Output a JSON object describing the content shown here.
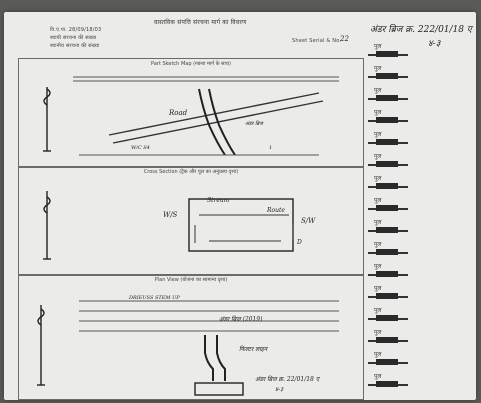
{
  "document": {
    "header": {
      "title": "वास्तविक संपत्ति संरचना मार्ग का विवरण",
      "left_lines": [
        "वि.ए.पा. 28/09/18/03",
        "स्थायी संरचना की संख्या",
        "स्थानीय संरचना की संख्या"
      ],
      "mid_line": "Sheet Serial & No.",
      "mid_value": "22",
      "handwritten_corner": "अंडर ब्रिज क्र. 222/01/18 ए",
      "handwritten_num": "४-३"
    },
    "sections": [
      {
        "title": "Part Sketch Map (नक्शा मार्ग के साथ)",
        "handwritten_labels": [
          "Road",
          "W/C S4",
          "अंडर ब्रिज",
          "1"
        ]
      },
      {
        "title": "Cross Section (ट्रैक और पुल का अनुप्रस्थ दृश्य)",
        "handwritten_labels": [
          "W/S",
          "Stream",
          "Route",
          "S/W",
          "D"
        ]
      },
      {
        "title": "Plan View (योजना का सामान्य दृश्य)",
        "handwritten_labels": [
          "DRIEUSS STEM UP",
          "अंडर ब्रिज (2019)",
          "फिल्टर लाइन",
          "अंडर ब्रिज क्र. 22/01/18 ए",
          "४-३"
        ]
      }
    ],
    "right_column_label": "पुल",
    "right_column_count": 16
  }
}
